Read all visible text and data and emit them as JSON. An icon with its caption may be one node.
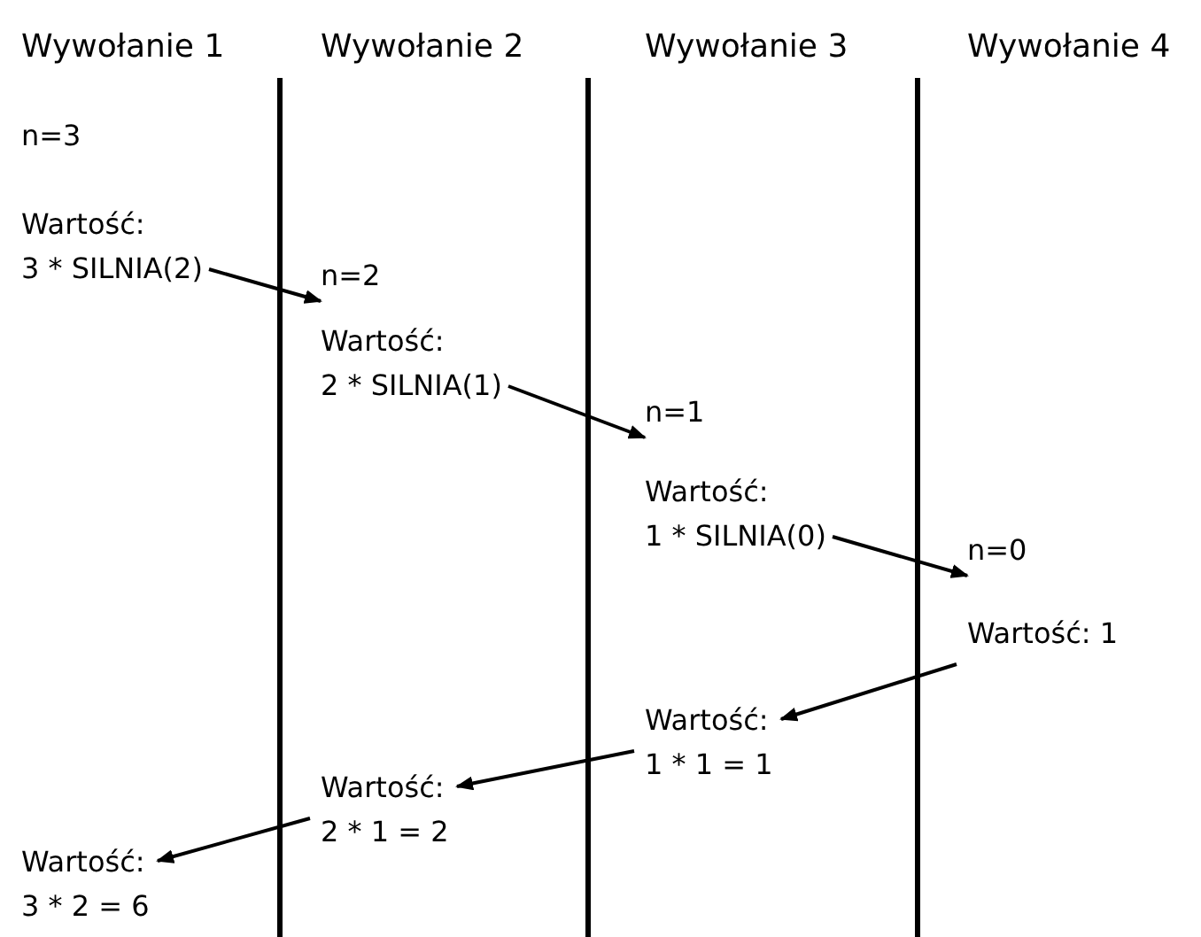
{
  "diagram": {
    "nodes": [
      {
        "text": [
          "Wartość: 3 * SILNIA(2)"
        ]
      },
      {
        "text": [
          "n=2"
        ]
      },
      {
        "text": [
          "Wartość: 2 * SILNIA(1)"
        ]
      },
      {
        "text": [
          "n=1"
        ]
      },
      {
        "text": [
          "Wartość: 1 * SILNIA(0)"
        ]
      },
      {
        "text": [
          "n=0"
        ]
      },
      {
        "text": [
          "Wartość: 1"
        ]
      },
      {
        "text": [
          "Wartość: 1 * 1 = 1"
        ]
      },
      {
        "text": [
          "Wartość: 2 * 1 = 2"
        ]
      },
      {
        "text": [
          "Wartość: 3 * 2 = 6"
        ]
      }
    ],
    "edges": [
      {
        "from": 0,
        "to": 1,
        "arrow": "to"
      },
      {
        "from": 2,
        "to": 3,
        "arrow": "to"
      },
      {
        "from": 4,
        "to": 5,
        "arrow": "to"
      },
      {
        "from": 6,
        "to": 7,
        "arrow": "to"
      },
      {
        "from": 7,
        "to": 8,
        "arrow": "to"
      },
      {
        "from": 8,
        "to": 9,
        "arrow": "to"
      }
    ],
    "labels": [
      "Wywołanie 1",
      "Wywołanie 2",
      "Wywołanie 3",
      "Wywołanie 4",
      "n=3"
    ]
  }
}
